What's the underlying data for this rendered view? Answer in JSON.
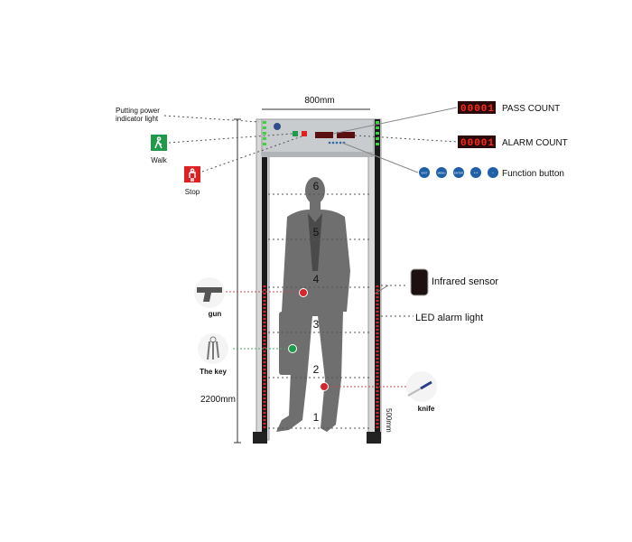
{
  "annotations": {
    "power_indicator_line1": "Putting power",
    "power_indicator_line2": "indicator light",
    "walk": "Walk",
    "stop": "Stop",
    "width_dim": "800mm",
    "height_dim": "2200mm",
    "depth_dim": "500mm",
    "pass_count": "PASS COUNT",
    "alarm_count": "ALARM COUNT",
    "function_button": "Function button",
    "infrared_sensor": "Infrared sensor",
    "led_alarm_light": "LED alarm light"
  },
  "counters": {
    "pass_value": "00001",
    "alarm_value": "00001"
  },
  "function_buttons": [
    "EXIT",
    "MENU",
    "ENTER",
    "++",
    "--"
  ],
  "zones": [
    "6",
    "5",
    "4",
    "3",
    "2",
    "1"
  ],
  "objects": {
    "gun": "gun",
    "key": "The key",
    "knife": "knife"
  },
  "colors": {
    "walk": "#1f9a4a",
    "stop": "#e02020",
    "button": "#1f5fa8",
    "led": "#d9262e",
    "silhouette": "#6f6f6f"
  }
}
